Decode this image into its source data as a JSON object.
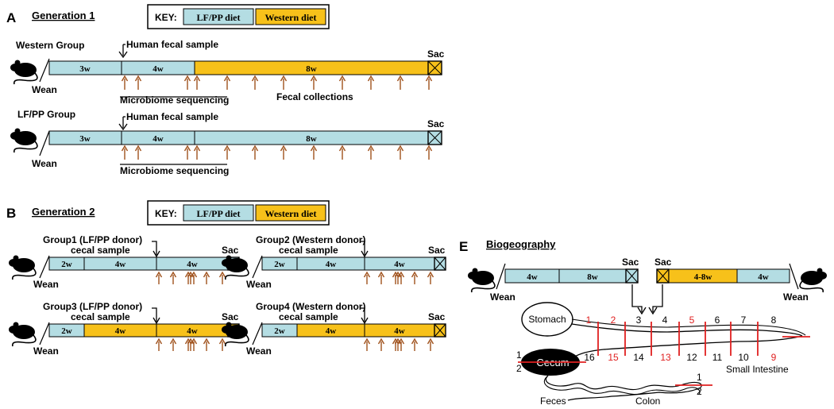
{
  "colors": {
    "lfpp": "#b4dde3",
    "western": "#f7c11a",
    "arrow": "#a0521d",
    "red": "#e02020",
    "ink": "#000000"
  },
  "panelA": {
    "letter": "A",
    "heading": "Generation 1",
    "key": {
      "title": "KEY:",
      "lfpp": "LF/PP diet",
      "western": "Western diet"
    },
    "western_group": {
      "label": "Western Group",
      "human_fecal": "Human fecal sample",
      "wean": "Wean",
      "segments": [
        "3w",
        "4w",
        "8w"
      ],
      "sac": "Sac",
      "microbiome": "Microbiome sequencing",
      "fecal": "Fecal collections"
    },
    "lfpp_group": {
      "label": "LF/PP Group",
      "human_fecal": "Human fecal sample",
      "wean": "Wean",
      "segments": [
        "3w",
        "4w",
        "8w"
      ],
      "sac": "Sac",
      "microbiome": "Microbiome sequencing"
    }
  },
  "panelB": {
    "letter": "B",
    "heading": "Generation 2",
    "key": {
      "title": "KEY:",
      "lfpp": "LF/PP diet",
      "western": "Western diet"
    },
    "groups": [
      {
        "label1": "Group1 (LF/PP donor)",
        "label2": "cecal sample",
        "wean": "Wean",
        "sac": "Sac",
        "segments": [
          "2w",
          "4w",
          "4w"
        ]
      },
      {
        "label1": "Group2 (Western donor)",
        "label2": "cecal sample",
        "wean": "Wean",
        "sac": "Sac",
        "segments": [
          "2w",
          "4w",
          "4w"
        ]
      },
      {
        "label1": "Group3 (LF/PP donor)",
        "label2": "cecal sample",
        "wean": "Wean",
        "sac": "Sac",
        "segments": [
          "2w",
          "4w",
          "4w"
        ]
      },
      {
        "label1": "Group4 (Western donor)",
        "label2": "cecal sample",
        "wean": "Wean",
        "sac": "Sac",
        "segments": [
          "2w",
          "4w",
          "4w"
        ]
      }
    ]
  },
  "panelE": {
    "letter": "E",
    "heading": "Biogeography",
    "left": {
      "segments": [
        "4w",
        "8w"
      ],
      "sac": "Sac",
      "wean": "Wean"
    },
    "right": {
      "segments": [
        "4-8w",
        "4w"
      ],
      "sac": "Sac",
      "wean": "Wean"
    },
    "stomach": "Stomach",
    "cecum": "Cecum",
    "small_intestine": "Small Intestine",
    "colon": "Colon",
    "feces": "Feces",
    "si_top_numbers": [
      "1",
      "2",
      "3",
      "4",
      "5",
      "6",
      "7",
      "8"
    ],
    "si_bottom_numbers": [
      "16",
      "15",
      "14",
      "13",
      "12",
      "11",
      "10",
      "9"
    ],
    "si_top_red": [
      true,
      true,
      false,
      false,
      true,
      false,
      false,
      false
    ],
    "si_bottom_red": [
      false,
      true,
      false,
      true,
      false,
      false,
      false,
      true
    ],
    "cecum_numbers": [
      "1",
      "2"
    ],
    "colon_numbers": [
      "1",
      "2"
    ]
  }
}
